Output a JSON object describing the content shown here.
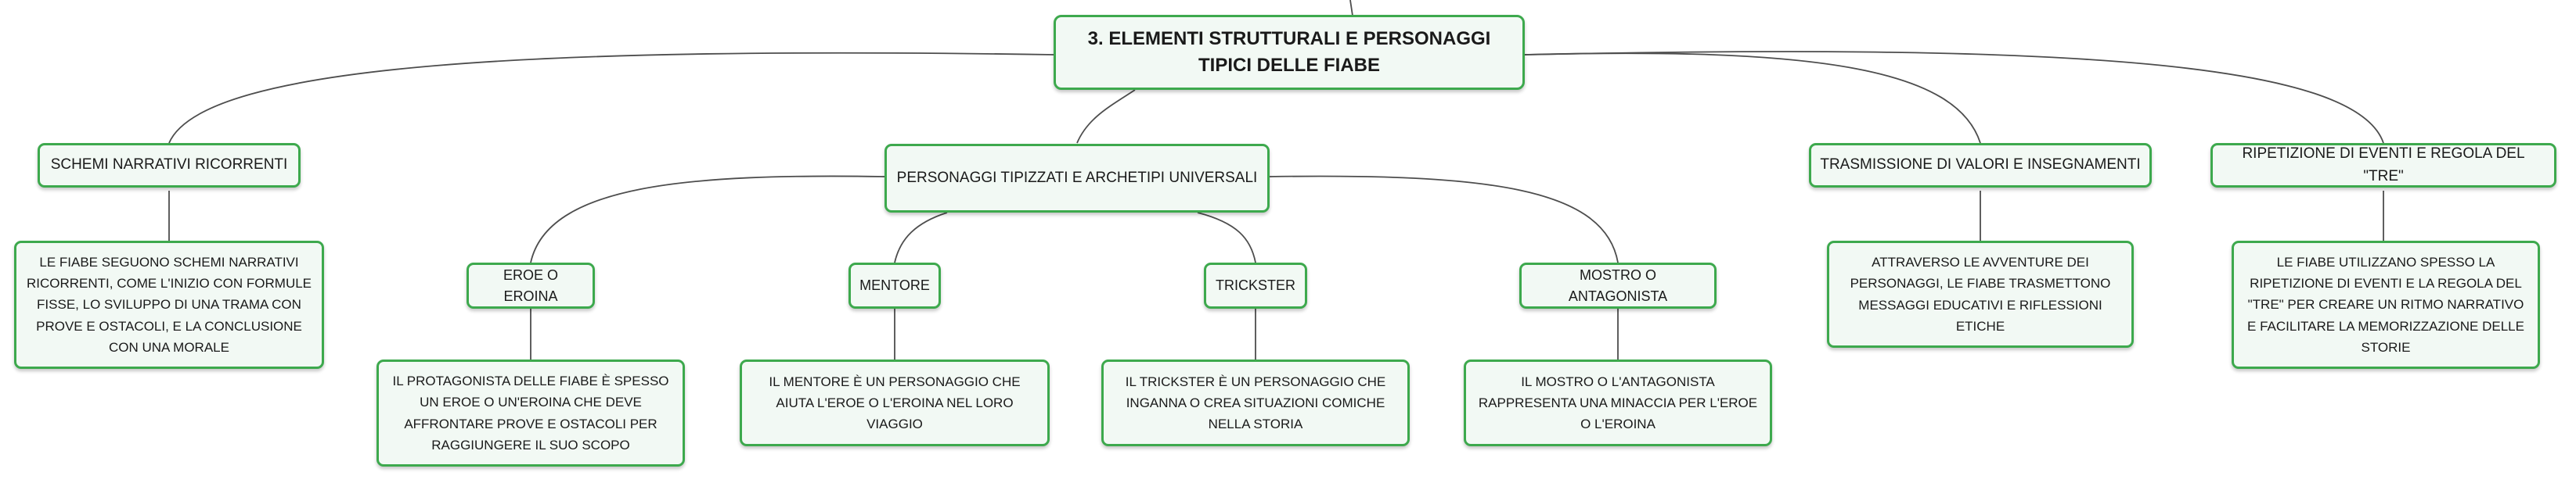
{
  "colors": {
    "border": "#3da94d",
    "fill": "#f2f9f4",
    "line": "#4d4d4d"
  },
  "root": {
    "label": "3. ELEMENTI STRUTTURALI E PERSONAGGI TIPICI DELLE FIABE"
  },
  "branches": [
    {
      "label": "SCHEMI NARRATIVI RICORRENTI",
      "description": "LE FIABE SEGUONO SCHEMI NARRATIVI RICORRENTI, COME L'INIZIO CON FORMULE FISSE, LO SVILUPPO DI UNA TRAMA CON PROVE E OSTACOLI, E LA CONCLUSIONE CON UNA MORALE"
    },
    {
      "label": "PERSONAGGI TIPIZZATI E ARCHETIPI UNIVERSALI",
      "children": [
        {
          "label": "EROE O EROINA",
          "description": "IL PROTAGONISTA DELLE FIABE È SPESSO UN EROE O UN'EROINA CHE DEVE AFFRONTARE PROVE E OSTACOLI PER RAGGIUNGERE IL SUO SCOPO"
        },
        {
          "label": "MENTORE",
          "description": "IL MENTORE È UN PERSONAGGIO CHE AIUTA L'EROE O L'EROINA NEL LORO VIAGGIO"
        },
        {
          "label": "TRICKSTER",
          "description": "IL TRICKSTER È UN PERSONAGGIO CHE INGANNA O CREA SITUAZIONI COMICHE NELLA STORIA"
        },
        {
          "label": "MOSTRO O ANTAGONISTA",
          "description": "IL MOSTRO O L'ANTAGONISTA RAPPRESENTA UNA MINACCIA PER L'EROE O L'EROINA"
        }
      ]
    },
    {
      "label": "TRASMISSIONE DI VALORI E INSEGNAMENTI",
      "description": "ATTRAVERSO LE AVVENTURE DEI PERSONAGGI, LE FIABE TRASMETTONO MESSAGGI EDUCATIVI E RIFLESSIONI ETICHE"
    },
    {
      "label": "RIPETIZIONE DI EVENTI E REGOLA DEL \"TRE\"",
      "description": "LE FIABE UTILIZZANO SPESSO LA RIPETIZIONE DI EVENTI E LA REGOLA DEL \"TRE\" PER CREARE UN RITMO NARRATIVO E FACILITARE LA MEMORIZZAZIONE DELLE STORIE"
    }
  ]
}
